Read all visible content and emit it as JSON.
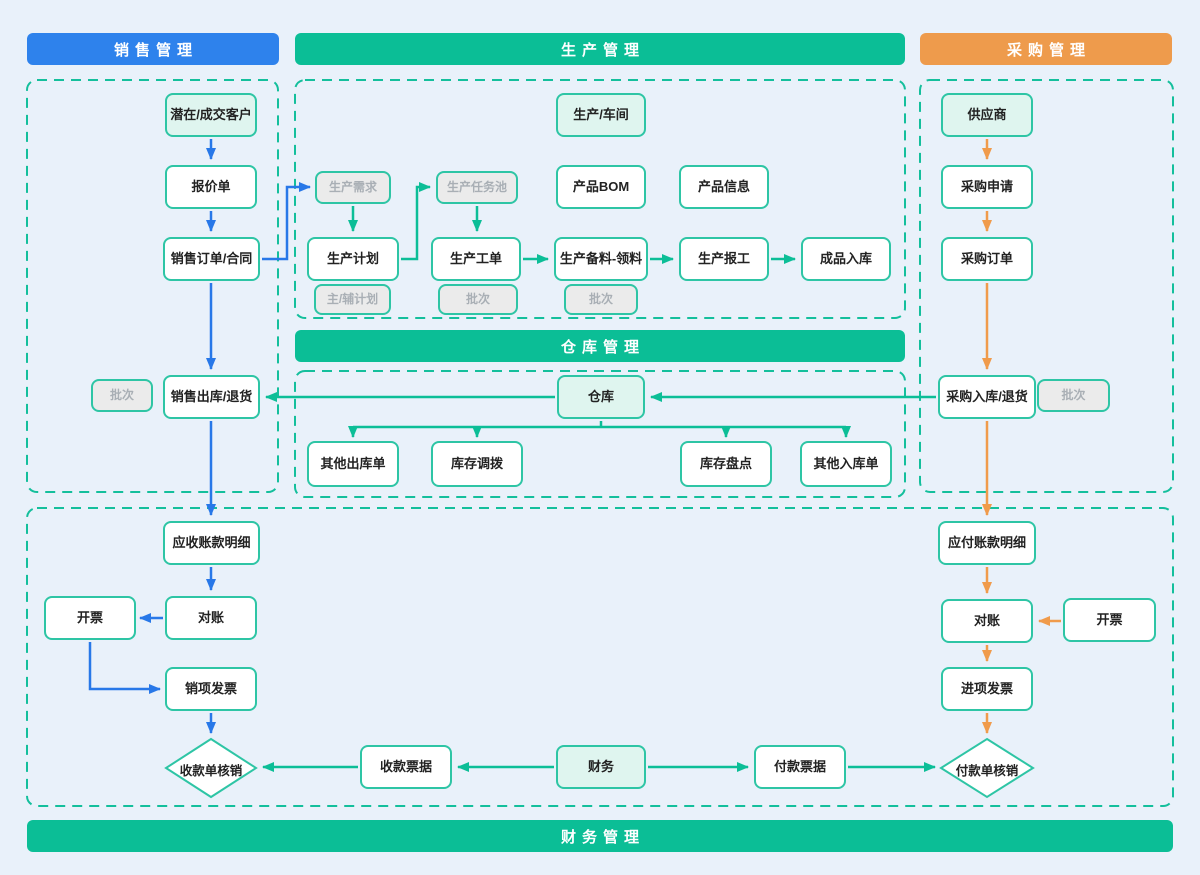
{
  "colors": {
    "background": "#E9F1FA",
    "bar_blue": "#2E82EC",
    "bar_green": "#0BBE96",
    "bar_orange": "#EE9B4C",
    "container_border": "#14BF9C",
    "node_border": "#2EC5A5",
    "node_fill": "#FFFFFF",
    "node_highlight_fill": "#DFF5EF",
    "muted_fill": "#EBEBEB",
    "muted_text": "#A9AFB5",
    "arrow_blue": "#2878E8",
    "arrow_teal": "#0CBE97",
    "arrow_orange": "#F09B4B"
  },
  "headers": {
    "sales": "销售管理",
    "production": "生产管理",
    "purchase": "采购管理",
    "warehouse": "仓库管理",
    "finance": "财务管理"
  },
  "sales": {
    "customer": "潜在/成交客户",
    "quotation": "报价单",
    "sales_order": "销售订单/合同",
    "batch": "批次",
    "sales_outbound": "销售出库/退货",
    "receivable_detail": "应收账款明细",
    "invoicing": "开票",
    "reconciliation": "对账",
    "sales_invoice": "销项发票",
    "receipt_writeoff": "收款单核销"
  },
  "production": {
    "workshop": "生产/车间",
    "demand": "生产需求",
    "task_pool": "生产任务池",
    "bom": "产品BOM",
    "product_info": "产品信息",
    "plan": "生产计划",
    "work_order": "生产工单",
    "material": "生产备料-领料",
    "report": "生产报工",
    "finished_inbound": "成品入库",
    "main_aux_plan": "主/辅计划",
    "batch_work_order": "批次",
    "batch_material": "批次"
  },
  "warehouse": {
    "warehouse": "仓库",
    "other_outbound": "其他出库单",
    "stock_transfer": "库存调拨",
    "stock_count": "库存盘点",
    "other_inbound": "其他入库单"
  },
  "purchase": {
    "supplier": "供应商",
    "purchase_request": "采购申请",
    "purchase_order": "采购订单",
    "purchase_inbound": "采购入库/退货",
    "batch": "批次",
    "payable_detail": "应付账款明细",
    "reconciliation": "对账",
    "invoicing": "开票",
    "purchase_invoice": "进项发票",
    "payment_writeoff": "付款单核销"
  },
  "finance": {
    "receipt_note": "收款票据",
    "finance": "财务",
    "payment_note": "付款票据"
  }
}
